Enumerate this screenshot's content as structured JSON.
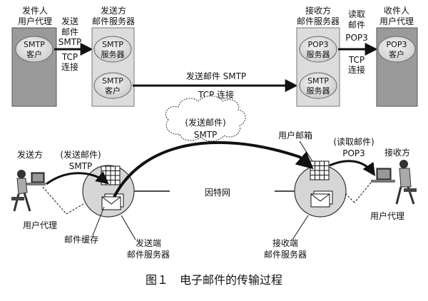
{
  "top": {
    "sender_ua_label": [
      "发件人",
      "用户代理"
    ],
    "sender_ua_proc": [
      "SMTP",
      "客户"
    ],
    "send_arrow_label": [
      "发送",
      "邮件",
      "SMTP"
    ],
    "send_arrow_tcp": [
      "TCP",
      "连接"
    ],
    "send_server_label": [
      "发送方",
      "邮件服务器"
    ],
    "send_server_top": [
      "SMTP",
      "服务器"
    ],
    "send_server_bottom": [
      "SMTP",
      "客户"
    ],
    "long_arrow_label": "发送邮件 SMTP",
    "long_arrow_tcp": "TCP 连接",
    "recv_server_label": [
      "接收方",
      "邮件服务器"
    ],
    "recv_server_top": [
      "POP3",
      "服务器"
    ],
    "recv_server_bottom": [
      "SMTP",
      "服务器"
    ],
    "read_arrow_label": [
      "读取",
      "邮件",
      "POP3"
    ],
    "read_arrow_tcp": [
      "TCP",
      "连接"
    ],
    "recv_ua_label": [
      "收件人",
      "用户代理"
    ],
    "recv_ua_proc": [
      "POP3",
      "客户"
    ]
  },
  "bottom": {
    "cloud_text": [
      "(发送邮件)",
      "SMTP"
    ],
    "sender_label": "发送方",
    "send_proto": [
      "(发送邮件)",
      "SMTP"
    ],
    "left_user_agent": "用户代理",
    "mail_cache": "邮件缓存",
    "send_end_server": [
      "发送端",
      "邮件服务器"
    ],
    "internet": "因特网",
    "mailbox": "用户邮箱",
    "read_proto": [
      "(读取邮件)",
      "POP3"
    ],
    "receiver_label": "接收方",
    "right_user_agent": "用户代理",
    "recv_end_server": [
      "接收端",
      "邮件服务器"
    ]
  },
  "caption": "图１　电子邮件的传输过程"
}
